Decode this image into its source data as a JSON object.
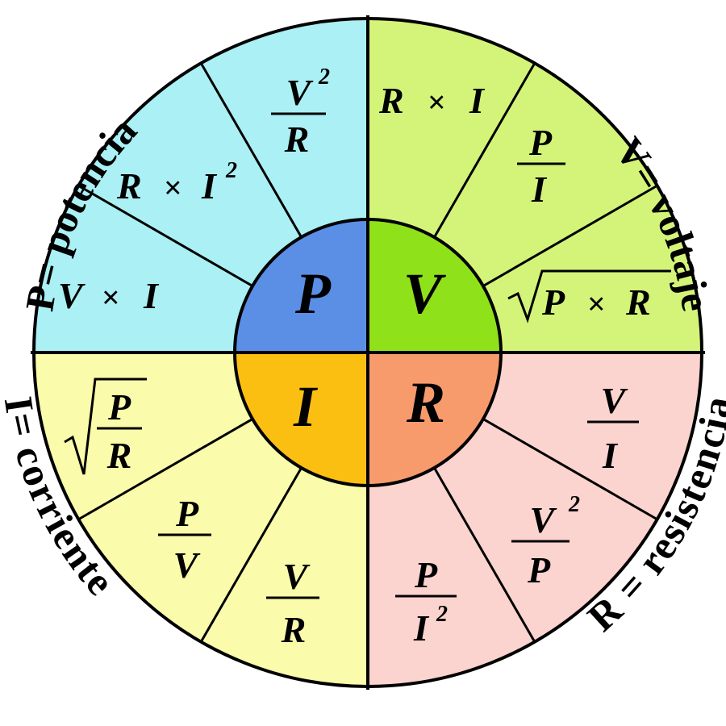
{
  "outer_labels": {
    "power": "P= potencia",
    "voltage": "V= voltaje",
    "current": "I= corriente",
    "resistance": "R = resistencia"
  },
  "center": {
    "power": "P",
    "voltage": "V",
    "current": "I",
    "resistance": "R"
  },
  "colors": {
    "power_sector": "#aaf0f4",
    "voltage_sector": "#d4f479",
    "current_sector": "#fafbab",
    "resistance_sector": "#fbd3cf",
    "power_center": "#5b8fe6",
    "voltage_center": "#8fe21a",
    "current_center": "#fbbf12",
    "resistance_center": "#f79b6d"
  },
  "formulas": {
    "power": {
      "v2_over_r": {
        "num": "V",
        "num_exp": "2",
        "den": "R"
      },
      "r_times_i2": {
        "a": "R",
        "op": "×",
        "b": "I",
        "b_exp": "2"
      },
      "v_times_i": {
        "a": "V",
        "op": "×",
        "b": "I"
      }
    },
    "voltage": {
      "r_times_i": {
        "a": "R",
        "op": "×",
        "b": "I"
      },
      "p_over_i": {
        "num": "P",
        "den": "I"
      },
      "sqrt_p_times_r": {
        "a": "P",
        "op": "×",
        "b": "R"
      }
    },
    "current": {
      "sqrt_p_over_r": {
        "num": "P",
        "den": "R"
      },
      "p_over_v": {
        "num": "P",
        "den": "V"
      },
      "v_over_r": {
        "num": "V",
        "den": "R"
      }
    },
    "resistance": {
      "v_over_i": {
        "num": "V",
        "den": "I"
      },
      "v2_over_p": {
        "num": "V",
        "num_exp": "2",
        "den": "P"
      },
      "p_over_i2": {
        "num": "P",
        "den": "I",
        "den_exp": "2"
      }
    }
  }
}
